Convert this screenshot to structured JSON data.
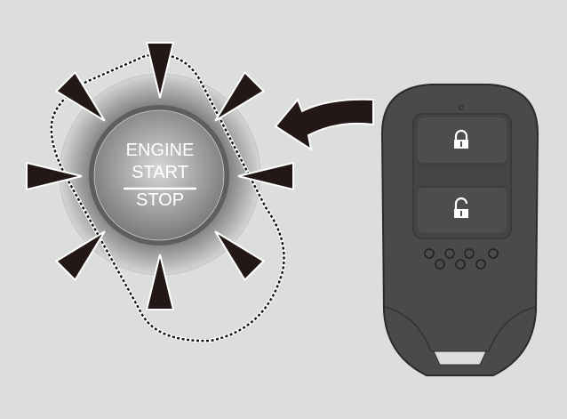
{
  "button": {
    "line1": "ENGINE",
    "line2": "START",
    "line3": "STOP"
  },
  "fob": {
    "lock_icon": "lock-icon",
    "unlock_icon": "unlock-icon"
  },
  "colors": {
    "background": "#dcdedd",
    "fob": "#4a4a4a",
    "arrow": "#231815"
  }
}
